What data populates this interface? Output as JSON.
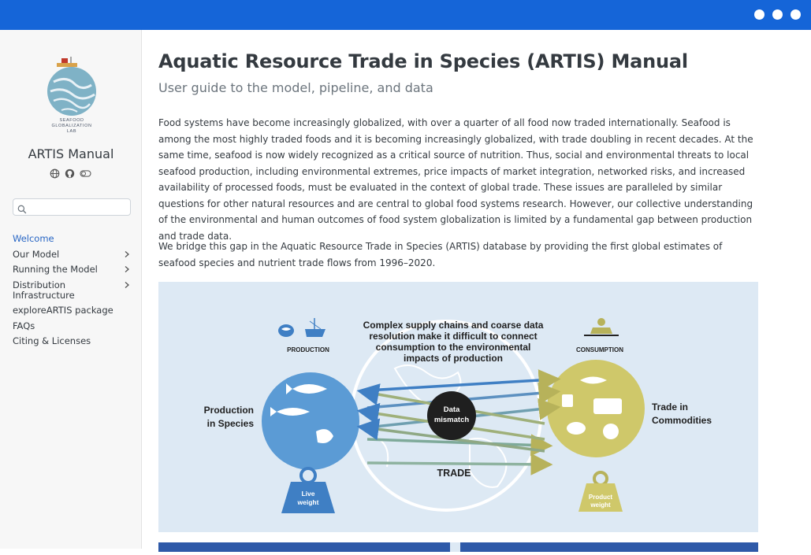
{
  "window": {
    "controls": [
      "window-dot",
      "window-dot",
      "window-dot"
    ]
  },
  "sidebar": {
    "logo_text": {
      "line1": "SEAFOOD",
      "line2": "GLOBALIZATION",
      "line3": "LAB"
    },
    "title": "ARTIS Manual",
    "icons": [
      "globe-icon",
      "github-icon",
      "toggle-icon"
    ],
    "search": {
      "placeholder": ""
    },
    "items": [
      {
        "label": "Welcome",
        "active": true
      },
      {
        "label": "Our Model",
        "has_children": true
      },
      {
        "label": "Running the Model",
        "has_children": true
      },
      {
        "label": "Distribution Infrastructure",
        "has_children": true
      },
      {
        "label": "exploreARTIS package"
      },
      {
        "label": "FAQs"
      },
      {
        "label": "Citing & Licenses"
      }
    ]
  },
  "main": {
    "title": "Aquatic Resource Trade in Species (ARTIS) Manual",
    "subtitle": "User guide to the model, pipeline, and data",
    "paragraphs": [
      "Food systems have become increasingly globalized, with over a quarter of all food now traded internationally. Seafood is among the most highly traded foods and it is becoming increasingly globalized, with trade doubling in recent decades. At the same time, seafood is now widely recognized as a critical source of nutrition. Thus, social and environmental threats to local seafood production, including environmental extremes, price impacts of market integration, networked risks, and increased availability of processed foods, must be evaluated in the context of global trade. These issues are paralleled by similar questions for other natural resources and are central to global food systems research. However, our collective understanding of the environmental and human outcomes of food system globalization is limited by a fundamental gap between production and trade data.",
      "We bridge this gap in the Aquatic Resource Trade in Species (ARTIS) database by providing the first global estimates of seafood species and nutrient trade flows from 1996–2020."
    ],
    "figure": {
      "production_label": "PRODUCTION",
      "consumption_label": "CONSUMPTION",
      "headline": [
        "Complex supply chains and coarse data",
        "resolution make it difficult to connect",
        "consumption to the environmental",
        "impacts of production"
      ],
      "left_label": [
        "Production",
        "in Species"
      ],
      "right_label": [
        "Trade in",
        "Commodities"
      ],
      "center_label": [
        "Data",
        "mismatch"
      ],
      "trade_label": "TRADE",
      "left_weight": [
        "Live",
        "weight"
      ],
      "right_weight": [
        "Product",
        "weight"
      ],
      "colors": {
        "production": "#5b9bd5",
        "consumption": "#cfc86a",
        "background": "#dde9f4",
        "dark_blue": "#2e59a8",
        "mismatch": "#1f1f1f"
      }
    }
  }
}
